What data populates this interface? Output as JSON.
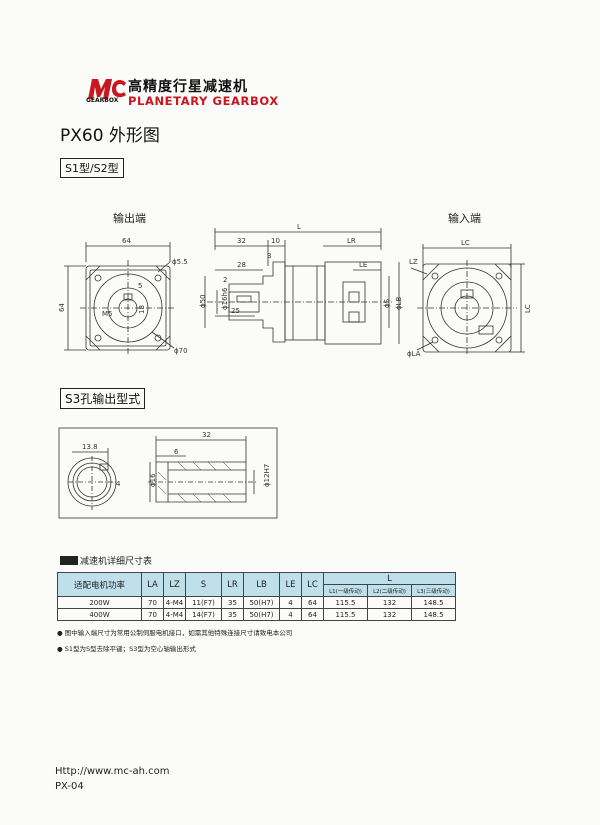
{
  "header": {
    "logo_text": "Mc",
    "logo_gearbox": "GEARBOX",
    "brand_cn": "高精度行星减速机",
    "brand_en": "PLANETARY GEARBOX"
  },
  "model_title": "PX60 外形图",
  "type_tag": "S1型/S2型",
  "views": {
    "output_end": "输出端",
    "input_end": "输入端"
  },
  "output_view_dims": {
    "width": "64",
    "height": "64",
    "hole": "ϕ5.5",
    "circle": "ϕ70",
    "key": "5",
    "m": "M5",
    "eighteen": "18"
  },
  "side_view_dims": {
    "L": "L",
    "d32": "32",
    "d10": "10",
    "d28": "28",
    "d3": "3",
    "d2": "2",
    "d25": "25",
    "d50": "ϕ50",
    "shaft": "ϕ16h6",
    "LR": "LR",
    "LE": "LE",
    "S": "ϕS",
    "LB": "ϕLB"
  },
  "input_view_dims": {
    "LC_top": "LC",
    "LC_side": "LC",
    "LZ": "LZ",
    "LA": "ϕLA"
  },
  "s3_tag": "S3孔输出型式",
  "s3_dims": {
    "d13_8": "13.8",
    "d32": "32",
    "d6": "6",
    "d4": "4",
    "d16": "ϕ16",
    "bore": "ϕ12H7"
  },
  "table": {
    "heading": "减速机详细尺寸表",
    "headers": [
      "适配电机功率",
      "LA",
      "LZ",
      "S",
      "LR",
      "LB",
      "LE",
      "LC",
      "L"
    ],
    "sub_headers": [
      "L1(一级传动)",
      "L2(二级传动)",
      "L3(三级传动)"
    ],
    "rows": [
      [
        "200W",
        "70",
        "4-M4",
        "11(F7)",
        "35",
        "50(H7)",
        "4",
        "64",
        "115.5",
        "132",
        "148.5"
      ],
      [
        "400W",
        "70",
        "4-M4",
        "14(F7)",
        "35",
        "50(H7)",
        "4",
        "64",
        "115.5",
        "132",
        "148.5"
      ]
    ]
  },
  "notes": [
    "图中输入端尺寸为常用公制伺服电机接口，如需其他特殊连接尺寸请致电本公司",
    "S1型为S型去除平键；S3型为空心轴输出形式"
  ],
  "footer": {
    "url": "Http://www.mc-ah.com",
    "page": "PX-04"
  },
  "colors": {
    "brand_red": "#c8171f",
    "table_header": "#bfe0ea",
    "line": "#333333"
  }
}
